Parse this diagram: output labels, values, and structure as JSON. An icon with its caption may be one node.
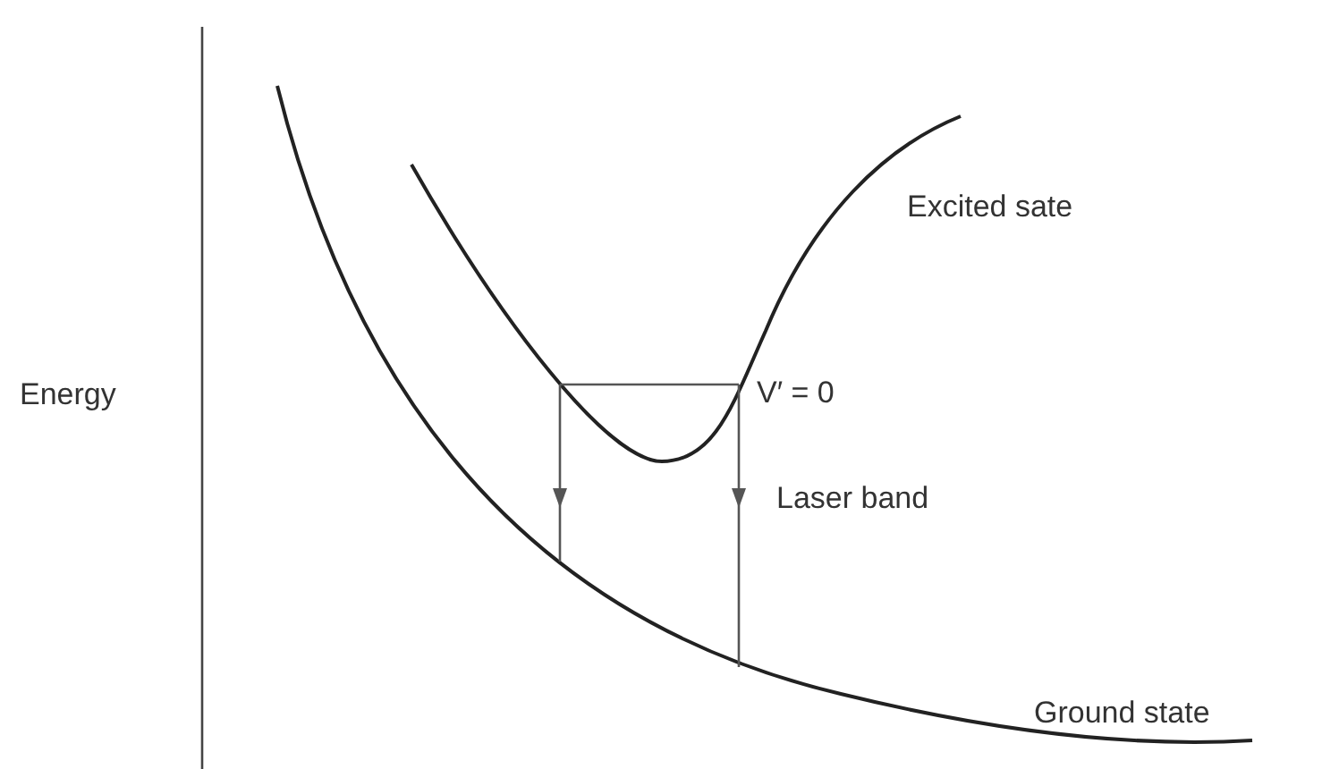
{
  "diagram": {
    "labels": [
      "Excited sate",
      "Energy",
      "V′ = 0",
      "Laser band",
      "Ground state"
    ]
  }
}
